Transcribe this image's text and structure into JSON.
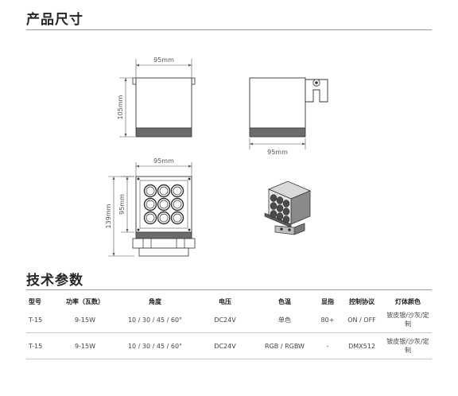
{
  "sections": {
    "dimensions_title": "产品尺寸",
    "specs_title": "技术参数"
  },
  "dimensions": {
    "front_width": "95mm",
    "front_height": "105mm",
    "side_width": "95mm",
    "top_width": "95mm",
    "top_depth": "95mm",
    "top_total": "139mm"
  },
  "specs": {
    "headers": [
      "型号",
      "功率（瓦数）",
      "角度",
      "电压",
      "色温",
      "显指",
      "控制协议",
      "灯体颜色"
    ],
    "rows": [
      [
        "T-15",
        "9-15W",
        "10 / 30 / 45 / 60°",
        "DC24V",
        "单色",
        "80+",
        "ON / OFF",
        "铍皮银/沙灰/定制"
      ],
      [
        "T-15",
        "9-15W",
        "10 / 30 / 45 / 60°",
        "DC24V",
        "RGB / RGBW",
        "-",
        "DMX512",
        "铍皮银/沙灰/定制"
      ]
    ]
  },
  "colors": {
    "line": "#3a3a3a",
    "base": "#6b6b6b"
  }
}
